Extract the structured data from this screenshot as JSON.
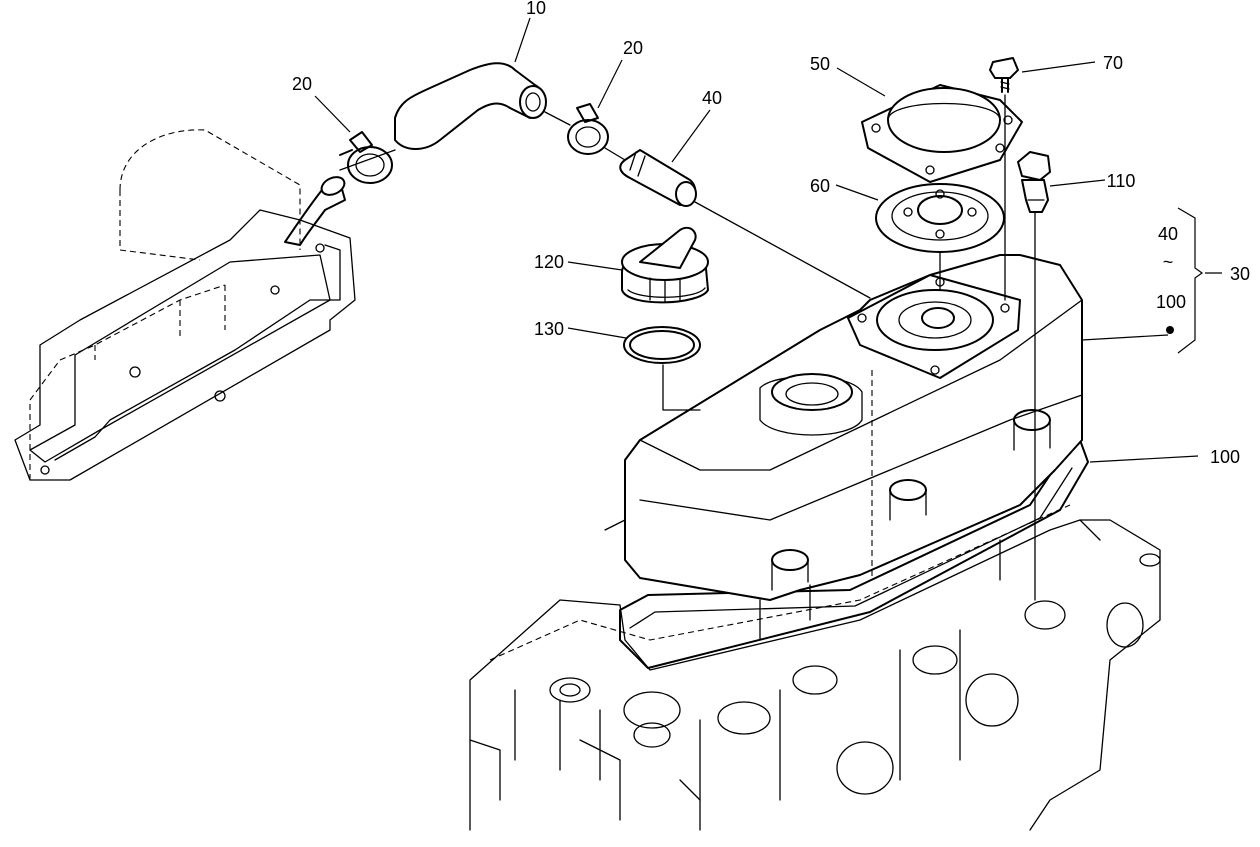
{
  "callouts": [
    {
      "id": "10",
      "text": "10"
    },
    {
      "id": "20a",
      "text": "20"
    },
    {
      "id": "20b",
      "text": "20"
    },
    {
      "id": "40",
      "text": "40"
    },
    {
      "id": "50",
      "text": "50"
    },
    {
      "id": "70",
      "text": "70"
    },
    {
      "id": "60",
      "text": "60"
    },
    {
      "id": "110",
      "text": "110"
    },
    {
      "id": "120",
      "text": "120"
    },
    {
      "id": "130",
      "text": "130"
    },
    {
      "id": "100",
      "text": "100"
    }
  ],
  "kit": {
    "top": "40",
    "sep": "~",
    "bottom": "100",
    "group": "30"
  }
}
